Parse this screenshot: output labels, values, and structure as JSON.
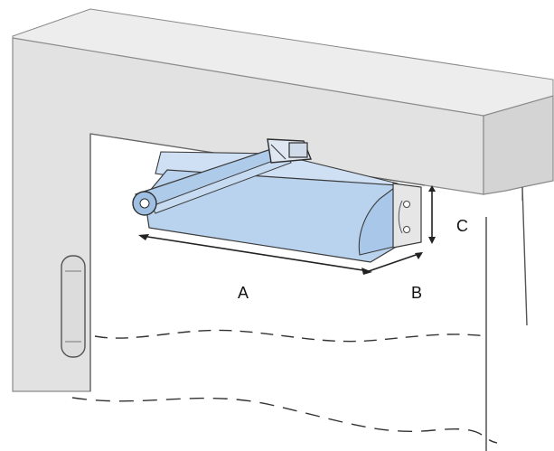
{
  "figure": {
    "labels": {
      "a": "A",
      "b": "B",
      "c": "C"
    }
  },
  "colors": {
    "frame_face": "#e2e2e2",
    "frame_shadow": "#d3d3d3",
    "frame_edge": "#8a8a8a",
    "closer_body": "#b9d3ee",
    "closer_body_dark": "#9fbfe0",
    "arm": "#aecbea",
    "outline": "#3a3a3a"
  }
}
